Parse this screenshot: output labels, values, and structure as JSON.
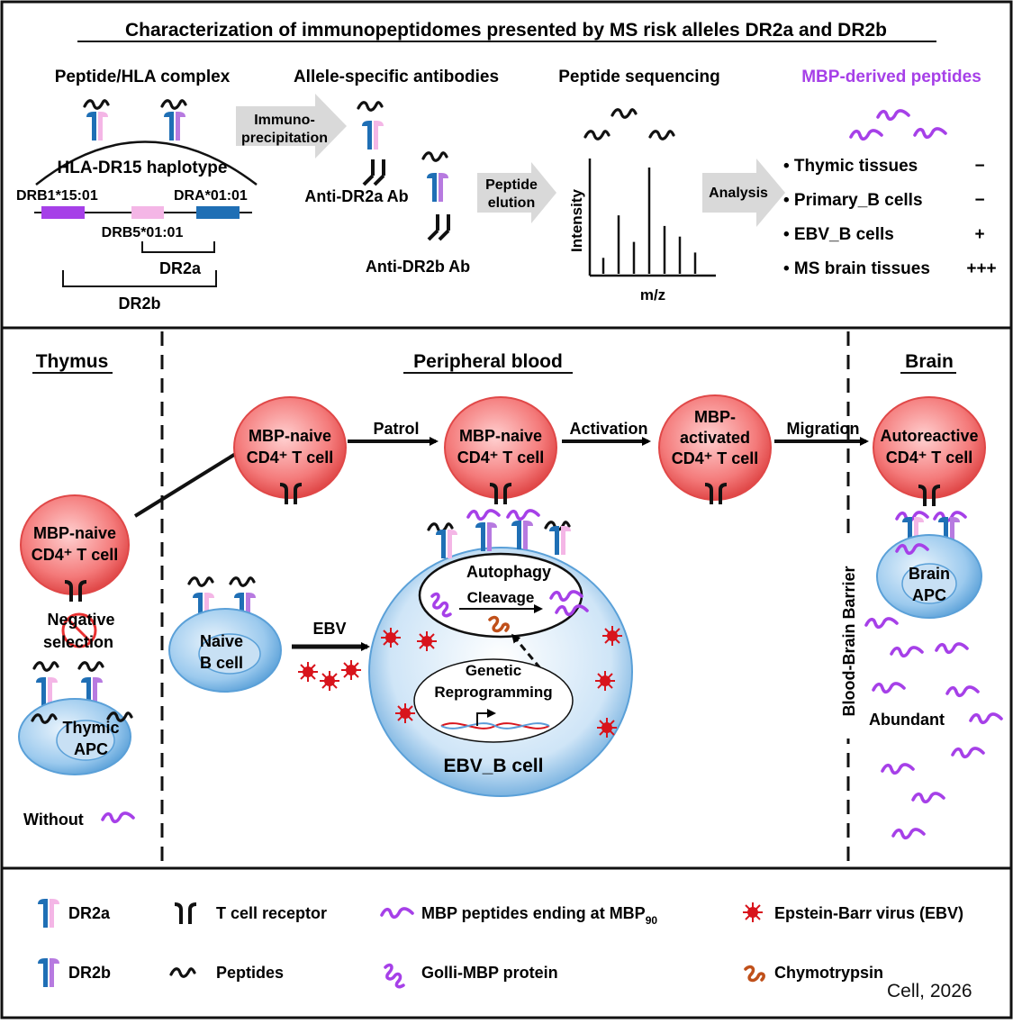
{
  "top": {
    "title": "Characterization of immunopeptidomes presented by MS risk alleles DR2a and DR2b",
    "step1_title": "Peptide/HLA complex",
    "step2_title": "Allele-specific antibodies",
    "step3_title": "Peptide sequencing",
    "step4_title": "MBP-derived peptides",
    "haplotype": "HLA-DR15 haplotype",
    "gene_drb1": "DRB1*15:01",
    "gene_dra": "DRA*01:01",
    "gene_drb5": "DRB5*01:01",
    "dr2a": "DR2a",
    "dr2b": "DR2b",
    "immuno_line1": "Immuno-",
    "immuno_line2": "precipitation",
    "anti_dr2a": "Anti-DR2a Ab",
    "anti_dr2b": "Anti-DR2b Ab",
    "elution_line1": "Peptide",
    "elution_line2": "elution",
    "y_axis": "Intensity",
    "x_axis": "m/z",
    "analysis": "Analysis",
    "results": [
      {
        "label": "• Thymic tissues",
        "value": "−"
      },
      {
        "label": "• Primary_B cells",
        "value": "−"
      },
      {
        "label": "• EBV_B cells",
        "value": "+"
      },
      {
        "label": "• MS brain tissues",
        "value": "+++"
      }
    ]
  },
  "middle": {
    "thymus": "Thymus",
    "blood": "Peripheral blood",
    "brain": "Brain",
    "mbp_naive": "MBP-naive",
    "cd4_line": "CD4⁺ T cell",
    "mbp_activated_1": "MBP-",
    "mbp_activated_2": "activated",
    "autoreactive": "Autoreactive",
    "patrol": "Patrol",
    "activation": "Activation",
    "migration": "Migration",
    "negative": "Negative",
    "selection": "selection",
    "thymic": "Thymic",
    "apc": "APC",
    "without": "Without",
    "naive": "Naive",
    "b_cell": "B cell",
    "ebv": "EBV",
    "autophagy": "Autophagy",
    "cleavage": "Cleavage",
    "genetic": "Genetic",
    "reprogramming": "Reprogramming",
    "ebv_b_cell": "EBV_B cell",
    "bbb": "Blood-Brain Barrier",
    "abundant": "Abundant",
    "brain_cell": "Brain"
  },
  "legend": {
    "dr2a": "DR2a",
    "dr2b": "DR2b",
    "tcr": "T cell receptor",
    "peptides": "Peptides",
    "mbp_peptides": "MBP peptides ending at MBP",
    "mbp_sub": "90",
    "golli": "Golli-MBP protein",
    "ebv": "Epstein-Barr virus (EBV)",
    "chymotrypsin": "Chymotrypsin"
  },
  "credit": "Cell, 2026",
  "colors": {
    "dr2a_blue": "#1f6fb5",
    "dr2a_pink": "#f4b6e6",
    "mbp_purple": "#a640e8",
    "t_cell_red": "#f05a5a",
    "b_cell_blue": "#8cc0e8",
    "ebv_red": "#d8141c",
    "chymotrypsin": "#c0501a",
    "arrow_gray": "#d9d9d9"
  },
  "chart_data": {
    "type": "bar",
    "xlabel": "m/z",
    "ylabel": "Intensity",
    "values": [
      0.15,
      0.55,
      0.3,
      1.0,
      0.45,
      0.35,
      0.2
    ]
  }
}
